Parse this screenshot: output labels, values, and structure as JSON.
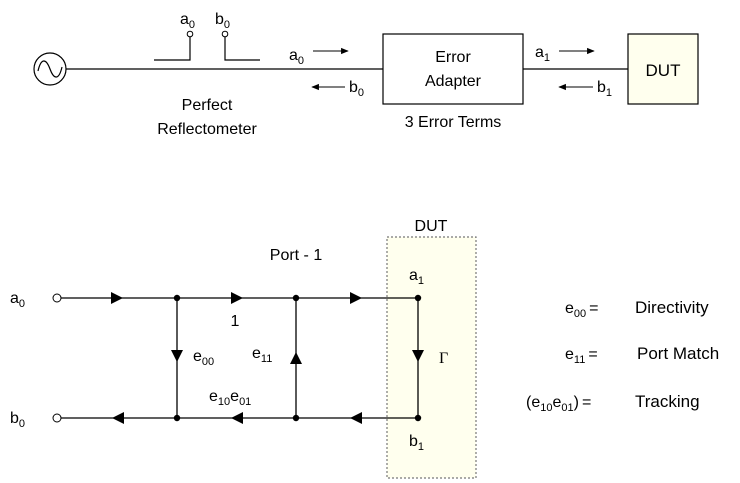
{
  "top_diagram": {
    "source": {
      "icon": "ac-source-icon"
    },
    "coupler_ports": [
      {
        "main": "a",
        "sub": "0"
      },
      {
        "main": "b",
        "sub": "0"
      }
    ],
    "reflectometer_label_line1": "Perfect",
    "reflectometer_label_line2": "Reflectometer",
    "wave_a0": {
      "main": "a",
      "sub": "0"
    },
    "wave_b0": {
      "main": "b",
      "sub": "0"
    },
    "error_adapter": {
      "line1": "Error",
      "line2": "Adapter",
      "caption": "3 Error Terms"
    },
    "wave_a1": {
      "main": "a",
      "sub": "1"
    },
    "wave_b1": {
      "main": "b",
      "sub": "1"
    },
    "dut_label": "DUT",
    "colors": {
      "dut_fill": "#ffffee",
      "line": "#000000"
    }
  },
  "flow_graph": {
    "title": "Port - 1",
    "dut_label": "DUT",
    "node_a0": {
      "main": "a",
      "sub": "0"
    },
    "node_b0": {
      "main": "b",
      "sub": "0"
    },
    "node_a1": {
      "main": "a",
      "sub": "1"
    },
    "node_b1": {
      "main": "b",
      "sub": "1"
    },
    "branch_1": "1",
    "branch_e00": {
      "main": "e",
      "sub": "00"
    },
    "branch_e11": {
      "main": "e",
      "sub": "11"
    },
    "branch_tracking": {
      "m1": "e",
      "s1": "10",
      "m2": "e",
      "s2": "01"
    },
    "branch_gamma": "Γ"
  },
  "legend": [
    {
      "term_main": "e",
      "term_sub": "00",
      "eq": "=",
      "meaning": "Directivity"
    },
    {
      "term_main": "e",
      "term_sub": "11",
      "eq": "=",
      "meaning": "Port Match"
    },
    {
      "term_prefix": "(e",
      "term_sub1": "10",
      "term_mid": "e",
      "term_sub2": "01",
      "term_suffix": ")",
      "eq": "=",
      "meaning": "Tracking"
    }
  ]
}
